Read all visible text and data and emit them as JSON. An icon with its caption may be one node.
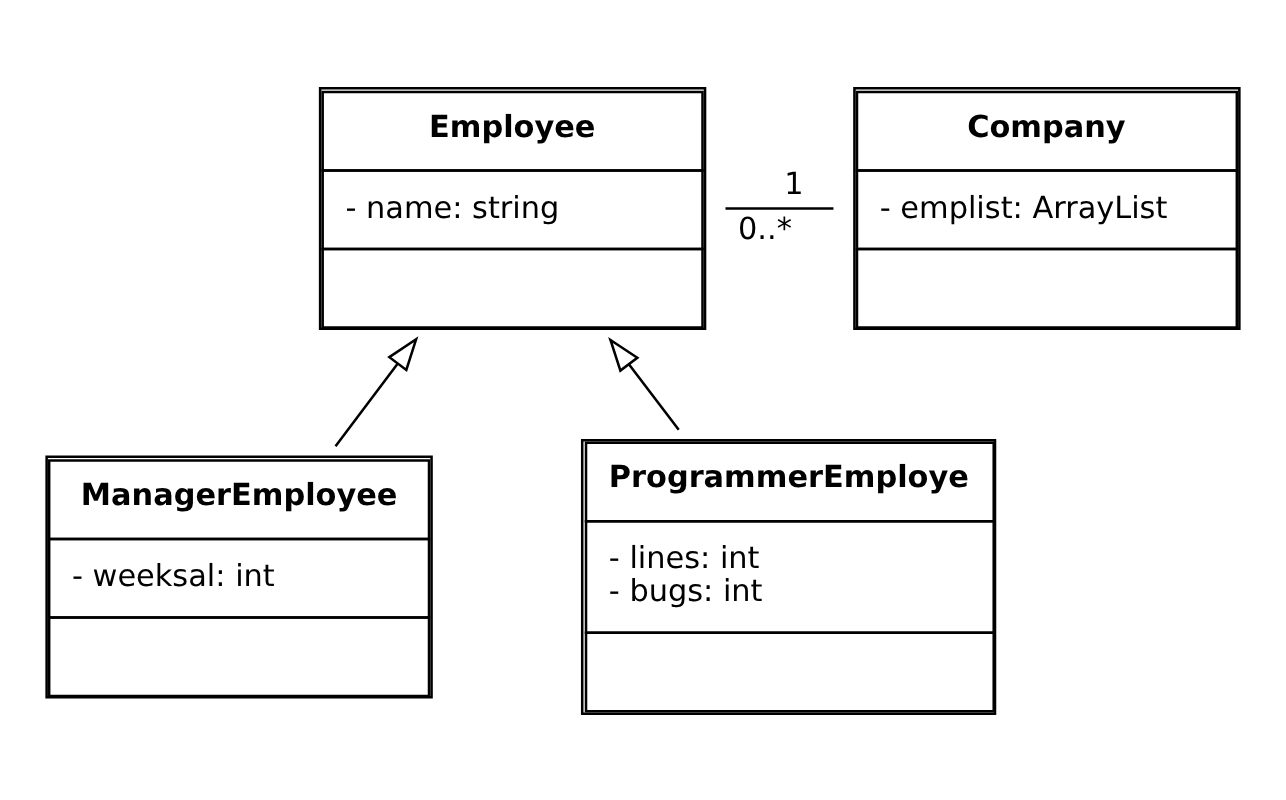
{
  "diagram": {
    "nodes": [
      {
        "text": [
          "Employee",
          "- name: string"
        ]
      },
      {
        "text": [
          "Company",
          "- emplist: ArrayList"
        ]
      },
      {
        "text": [
          "ManagerEmployee",
          "- weeksal: int"
        ]
      },
      {
        "text": [
          "ProgrammerEmploye",
          "- lines: int",
          "- bugs: int"
        ]
      }
    ],
    "edges": [
      {
        "from": 0,
        "to": 1,
        "arrow": "none"
      },
      {
        "from": 2,
        "to": 0,
        "arrow": "to"
      },
      {
        "from": 3,
        "to": 0,
        "arrow": "to"
      }
    ],
    "labels": [
      "0..*",
      "1"
    ]
  }
}
